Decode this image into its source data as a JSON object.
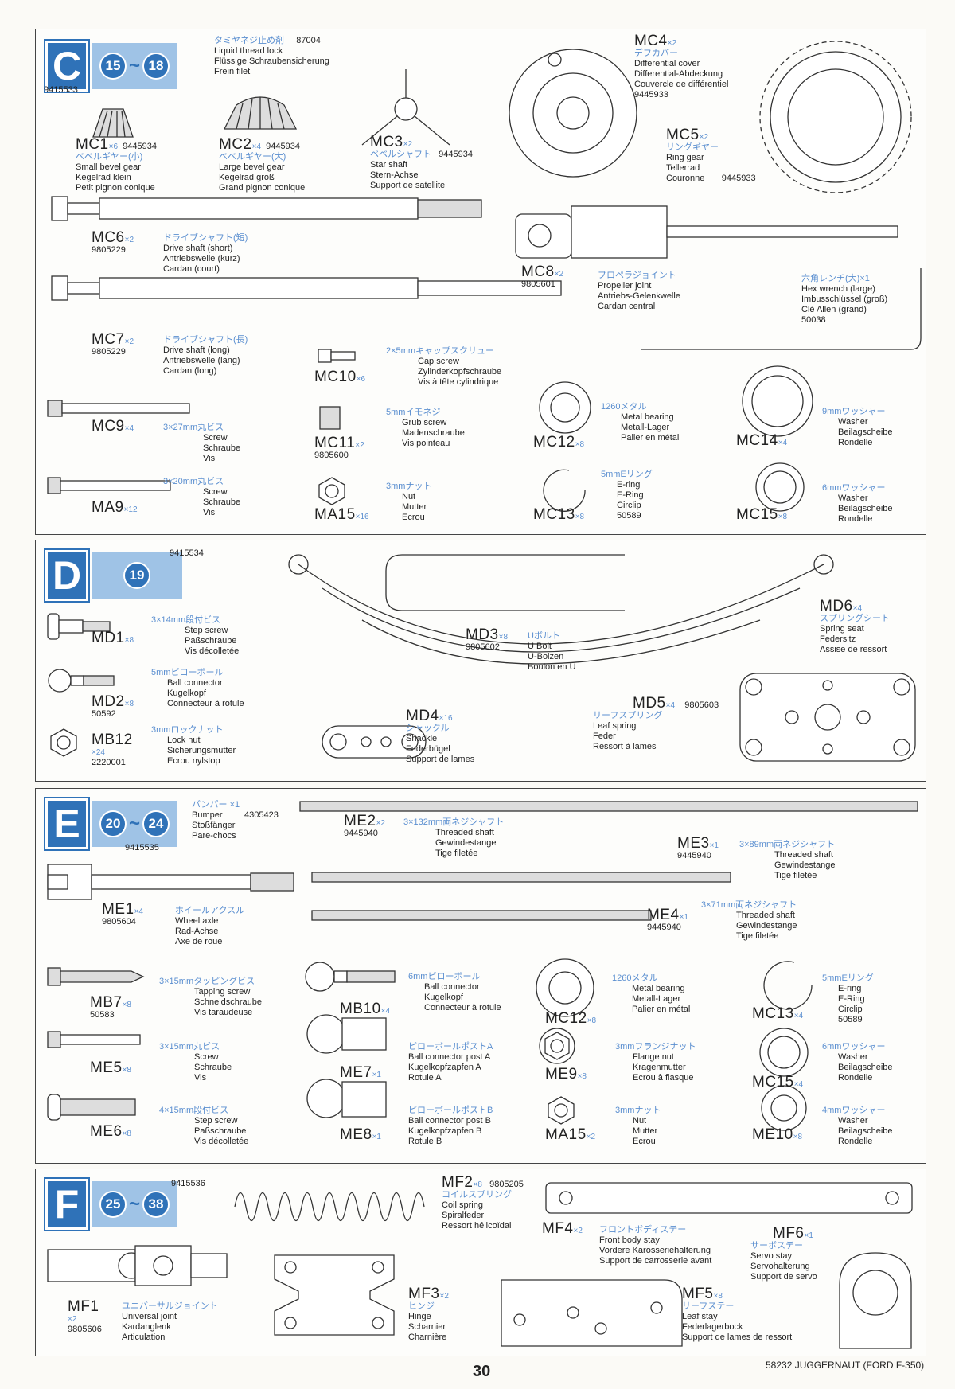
{
  "sections": [
    {
      "letter": "C",
      "steps": [
        "15",
        "18"
      ],
      "code": "9415533"
    },
    {
      "letter": "D",
      "steps": [
        "19"
      ],
      "code": "9415534"
    },
    {
      "letter": "E",
      "steps": [
        "20",
        "24"
      ],
      "code": "9415535"
    },
    {
      "letter": "F",
      "steps": [
        "25",
        "38"
      ],
      "code": "9415536"
    }
  ],
  "tilde": "~",
  "loctite": {
    "jp": "タミヤネジ止め剤",
    "code": "87004",
    "en": "Liquid thread lock",
    "de": "Flüssige Schraubensicherung",
    "fr": "Frein filet"
  },
  "C": [
    {
      "id": "MC1",
      "qty": "×6",
      "num": "9445934",
      "jp": "ベベルギヤー(小)",
      "en": "Small bevel gear",
      "de": "Kegelrad klein",
      "fr": "Petit pignon conique"
    },
    {
      "id": "MC2",
      "qty": "×4",
      "num": "9445934",
      "jp": "ベベルギヤー(大)",
      "en": "Large bevel gear",
      "de": "Kegelrad groß",
      "fr": "Grand pignon conique"
    },
    {
      "id": "MC3",
      "qty": "×2",
      "num": "9445934",
      "jp": "ベベルシャフト",
      "en": "Star shaft",
      "de": "Stern-Achse",
      "fr": "Support de satellite"
    },
    {
      "id": "MC4",
      "qty": "×2",
      "num": "9445933",
      "jp": "デフカバー",
      "en": "Differential cover",
      "de": "Differential-Abdeckung",
      "fr": "Couvercle de différentiel"
    },
    {
      "id": "MC5",
      "qty": "×2",
      "num": "9445933",
      "jp": "リングギヤー",
      "en": "Ring gear",
      "de": "Tellerrad",
      "fr": "Couronne"
    },
    {
      "id": "MC6",
      "qty": "×2",
      "num": "9805229",
      "jp": "ドライブシャフト(短)",
      "en": "Drive shaft (short)",
      "de": "Antriebswelle (kurz)",
      "fr": "Cardan (court)"
    },
    {
      "id": "MC7",
      "qty": "×2",
      "num": "9805229",
      "jp": "ドライブシャフト(長)",
      "en": "Drive shaft (long)",
      "de": "Antriebswelle (lang)",
      "fr": "Cardan (long)"
    },
    {
      "id": "MC8",
      "qty": "×2",
      "num": "9805601",
      "jp": "プロペラジョイント",
      "en": "Propeller joint",
      "de": "Antriebs-Gelenkwelle",
      "fr": "Cardan central"
    },
    {
      "id": "wrench",
      "qty": "",
      "num": "50038",
      "jp": "六角レンチ(大)×1",
      "en": "Hex wrench (large)",
      "de": "Imbusschlüssel (groß)",
      "fr": "Clé Allen (grand)"
    },
    {
      "id": "MC9",
      "qty": "×4",
      "num": "",
      "jp": "3×27mm丸ビス",
      "en": "Screw",
      "de": "Schraube",
      "fr": "Vis"
    },
    {
      "id": "MC10",
      "qty": "×6",
      "num": "",
      "jp": "2×5mmキャップスクリュー",
      "en": "Cap screw",
      "de": "Zylinderkopfschraube",
      "fr": "Vis à tête cylindrique"
    },
    {
      "id": "MC11",
      "qty": "×2",
      "num": "9805600",
      "jp": "5mmイモネジ",
      "en": "Grub screw",
      "de": "Madenschraube",
      "fr": "Vis pointeau"
    },
    {
      "id": "MC12",
      "qty": "×8",
      "num": "",
      "jp": "1260メタル",
      "en": "Metal bearing",
      "de": "Metall-Lager",
      "fr": "Palier en métal"
    },
    {
      "id": "MC14",
      "qty": "×4",
      "num": "",
      "jp": "9mmワッシャー",
      "en": "Washer",
      "de": "Beilagscheibe",
      "fr": "Rondelle"
    },
    {
      "id": "MA9",
      "qty": "×12",
      "num": "",
      "jp": "3×20mm丸ビス",
      "en": "Screw",
      "de": "Schraube",
      "fr": "Vis"
    },
    {
      "id": "MA15",
      "qty": "×16",
      "num": "",
      "jp": "3mmナット",
      "en": "Nut",
      "de": "Mutter",
      "fr": "Ecrou"
    },
    {
      "id": "MC13",
      "qty": "×8",
      "num": "50589",
      "jp": "5mmEリング",
      "en": "E-ring",
      "de": "E-Ring",
      "fr": "Circlip"
    },
    {
      "id": "MC15",
      "qty": "×8",
      "num": "",
      "jp": "6mmワッシャー",
      "en": "Washer",
      "de": "Beilagscheibe",
      "fr": "Rondelle"
    }
  ],
  "D": [
    {
      "id": "MD1",
      "qty": "×8",
      "num": "",
      "jp": "3×14mm段付ビス",
      "en": "Step screw",
      "de": "Paßschraube",
      "fr": "Vis décolletée"
    },
    {
      "id": "MD2",
      "qty": "×8",
      "num": "50592",
      "jp": "5mmピローボール",
      "en": "Ball connector",
      "de": "Kugelkopf",
      "fr": "Connecteur à rotule"
    },
    {
      "id": "MB12",
      "qty": "×24",
      "num": "2220001",
      "jp": "3mmロックナット",
      "en": "Lock nut",
      "de": "Sicherungsmutter",
      "fr": "Ecrou nylstop"
    },
    {
      "id": "MD3",
      "qty": "×8",
      "num": "9805602",
      "jp": "Uボルト",
      "en": "U Bolt",
      "de": "U-Bolzen",
      "fr": "Boulon en U"
    },
    {
      "id": "MD4",
      "qty": "×16",
      "num": "",
      "jp": "シャックル",
      "en": "Shackle",
      "de": "Federbügel",
      "fr": "Support de lames"
    },
    {
      "id": "MD5",
      "qty": "×4",
      "num": "9805603",
      "jp": "リーフスプリング",
      "en": "Leaf spring",
      "de": "Feder",
      "fr": "Ressort à lames"
    },
    {
      "id": "MD6",
      "qty": "×4",
      "num": "",
      "jp": "スプリングシート",
      "en": "Spring seat",
      "de": "Federsitz",
      "fr": "Assise de ressort"
    }
  ],
  "E": [
    {
      "id": "bumper",
      "qty": "",
      "num": "4305423",
      "jp": "バンパー ×1",
      "en": "Bumper",
      "de": "Stoßfänger",
      "fr": "Pare-chocs"
    },
    {
      "id": "ME2",
      "qty": "×2",
      "num": "9445940",
      "jp": "3×132mm両ネジシャフト",
      "en": "Threaded shaft",
      "de": "Gewindestange",
      "fr": "Tige filetée"
    },
    {
      "id": "ME3",
      "qty": "×1",
      "num": "9445940",
      "jp": "3×89mm両ネジシャフト",
      "en": "Threaded shaft",
      "de": "Gewindestange",
      "fr": "Tige filetée"
    },
    {
      "id": "ME1",
      "qty": "×4",
      "num": "9805604",
      "jp": "ホイールアクスル",
      "en": "Wheel axle",
      "de": "Rad-Achse",
      "fr": "Axe de roue"
    },
    {
      "id": "ME4",
      "qty": "×1",
      "num": "9445940",
      "jp": "3×71mm両ネジシャフト",
      "en": "Threaded shaft",
      "de": "Gewindestange",
      "fr": "Tige filetée"
    },
    {
      "id": "MB7",
      "qty": "×8",
      "num": "50583",
      "jp": "3×15mmタッピングビス",
      "en": "Tapping screw",
      "de": "Schneidschraube",
      "fr": "Vis taraudeuse"
    },
    {
      "id": "MB10",
      "qty": "×4",
      "num": "",
      "jp": "6mmピローボール",
      "en": "Ball connector",
      "de": "Kugelkopf",
      "fr": "Connecteur à rotule"
    },
    {
      "id": "MC12",
      "qty": "×8",
      "num": "",
      "jp": "1260メタル",
      "en": "Metal bearing",
      "de": "Metall-Lager",
      "fr": "Palier en métal"
    },
    {
      "id": "MC13",
      "qty": "×4",
      "num": "50589",
      "jp": "5mmEリング",
      "en": "E-ring",
      "de": "E-Ring",
      "fr": "Circlip"
    },
    {
      "id": "ME5",
      "qty": "×8",
      "num": "",
      "jp": "3×15mm丸ビス",
      "en": "Screw",
      "de": "Schraube",
      "fr": "Vis"
    },
    {
      "id": "ME7",
      "qty": "×1",
      "num": "",
      "jp": "ピローボールポストA",
      "en": "Ball connector post A",
      "de": "Kugelkopfzapfen A",
      "fr": "Rotule A"
    },
    {
      "id": "ME9",
      "qty": "×8",
      "num": "",
      "jp": "3mmフランジナット",
      "en": "Flange nut",
      "de": "Kragenmutter",
      "fr": "Ecrou à flasque"
    },
    {
      "id": "MC15",
      "qty": "×4",
      "num": "",
      "jp": "6mmワッシャー",
      "en": "Washer",
      "de": "Beilagscheibe",
      "fr": "Rondelle"
    },
    {
      "id": "ME6",
      "qty": "×8",
      "num": "",
      "jp": "4×15mm段付ビス",
      "en": "Step screw",
      "de": "Paßschraube",
      "fr": "Vis décolletée"
    },
    {
      "id": "ME8",
      "qty": "×1",
      "num": "",
      "jp": "ピローボールポストB",
      "en": "Ball connector post B",
      "de": "Kugelkopfzapfen B",
      "fr": "Rotule B"
    },
    {
      "id": "MA15",
      "qty": "×2",
      "num": "",
      "jp": "3mmナット",
      "en": "Nut",
      "de": "Mutter",
      "fr": "Ecrou"
    },
    {
      "id": "ME10",
      "qty": "×8",
      "num": "",
      "jp": "4mmワッシャー",
      "en": "Washer",
      "de": "Beilagscheibe",
      "fr": "Rondelle"
    }
  ],
  "F": [
    {
      "id": "MF2",
      "qty": "×8",
      "num": "9805205",
      "jp": "コイルスプリング",
      "en": "Coil spring",
      "de": "Spiralfeder",
      "fr": "Ressort hélicoïdal"
    },
    {
      "id": "MF4",
      "qty": "×2",
      "num": "",
      "jp": "フロントボディステー",
      "en": "Front body stay",
      "de": "Vordere Karosseriehalterung",
      "fr": "Support de carrosserie avant"
    },
    {
      "id": "MF6",
      "qty": "×1",
      "num": "",
      "jp": "サーボステー",
      "en": "Servo stay",
      "de": "Servohalterung",
      "fr": "Support de servo"
    },
    {
      "id": "MF1",
      "qty": "×2",
      "num": "9805606",
      "jp": "ユニバーサルジョイント",
      "en": "Universal joint",
      "de": "Kardanglenk",
      "fr": "Articulation"
    },
    {
      "id": "MF3",
      "qty": "×2",
      "num": "",
      "jp": "ヒンジ",
      "en": "Hinge",
      "de": "Scharnier",
      "fr": "Charnière"
    },
    {
      "id": "MF5",
      "qty": "×8",
      "num": "",
      "jp": "リーフステー",
      "en": "Leaf stay",
      "de": "Federlagerbock",
      "fr": "Support de lames de ressort"
    }
  ],
  "page_number": "30",
  "footer": "58232 JUGGERNAUT (FORD F-350)"
}
